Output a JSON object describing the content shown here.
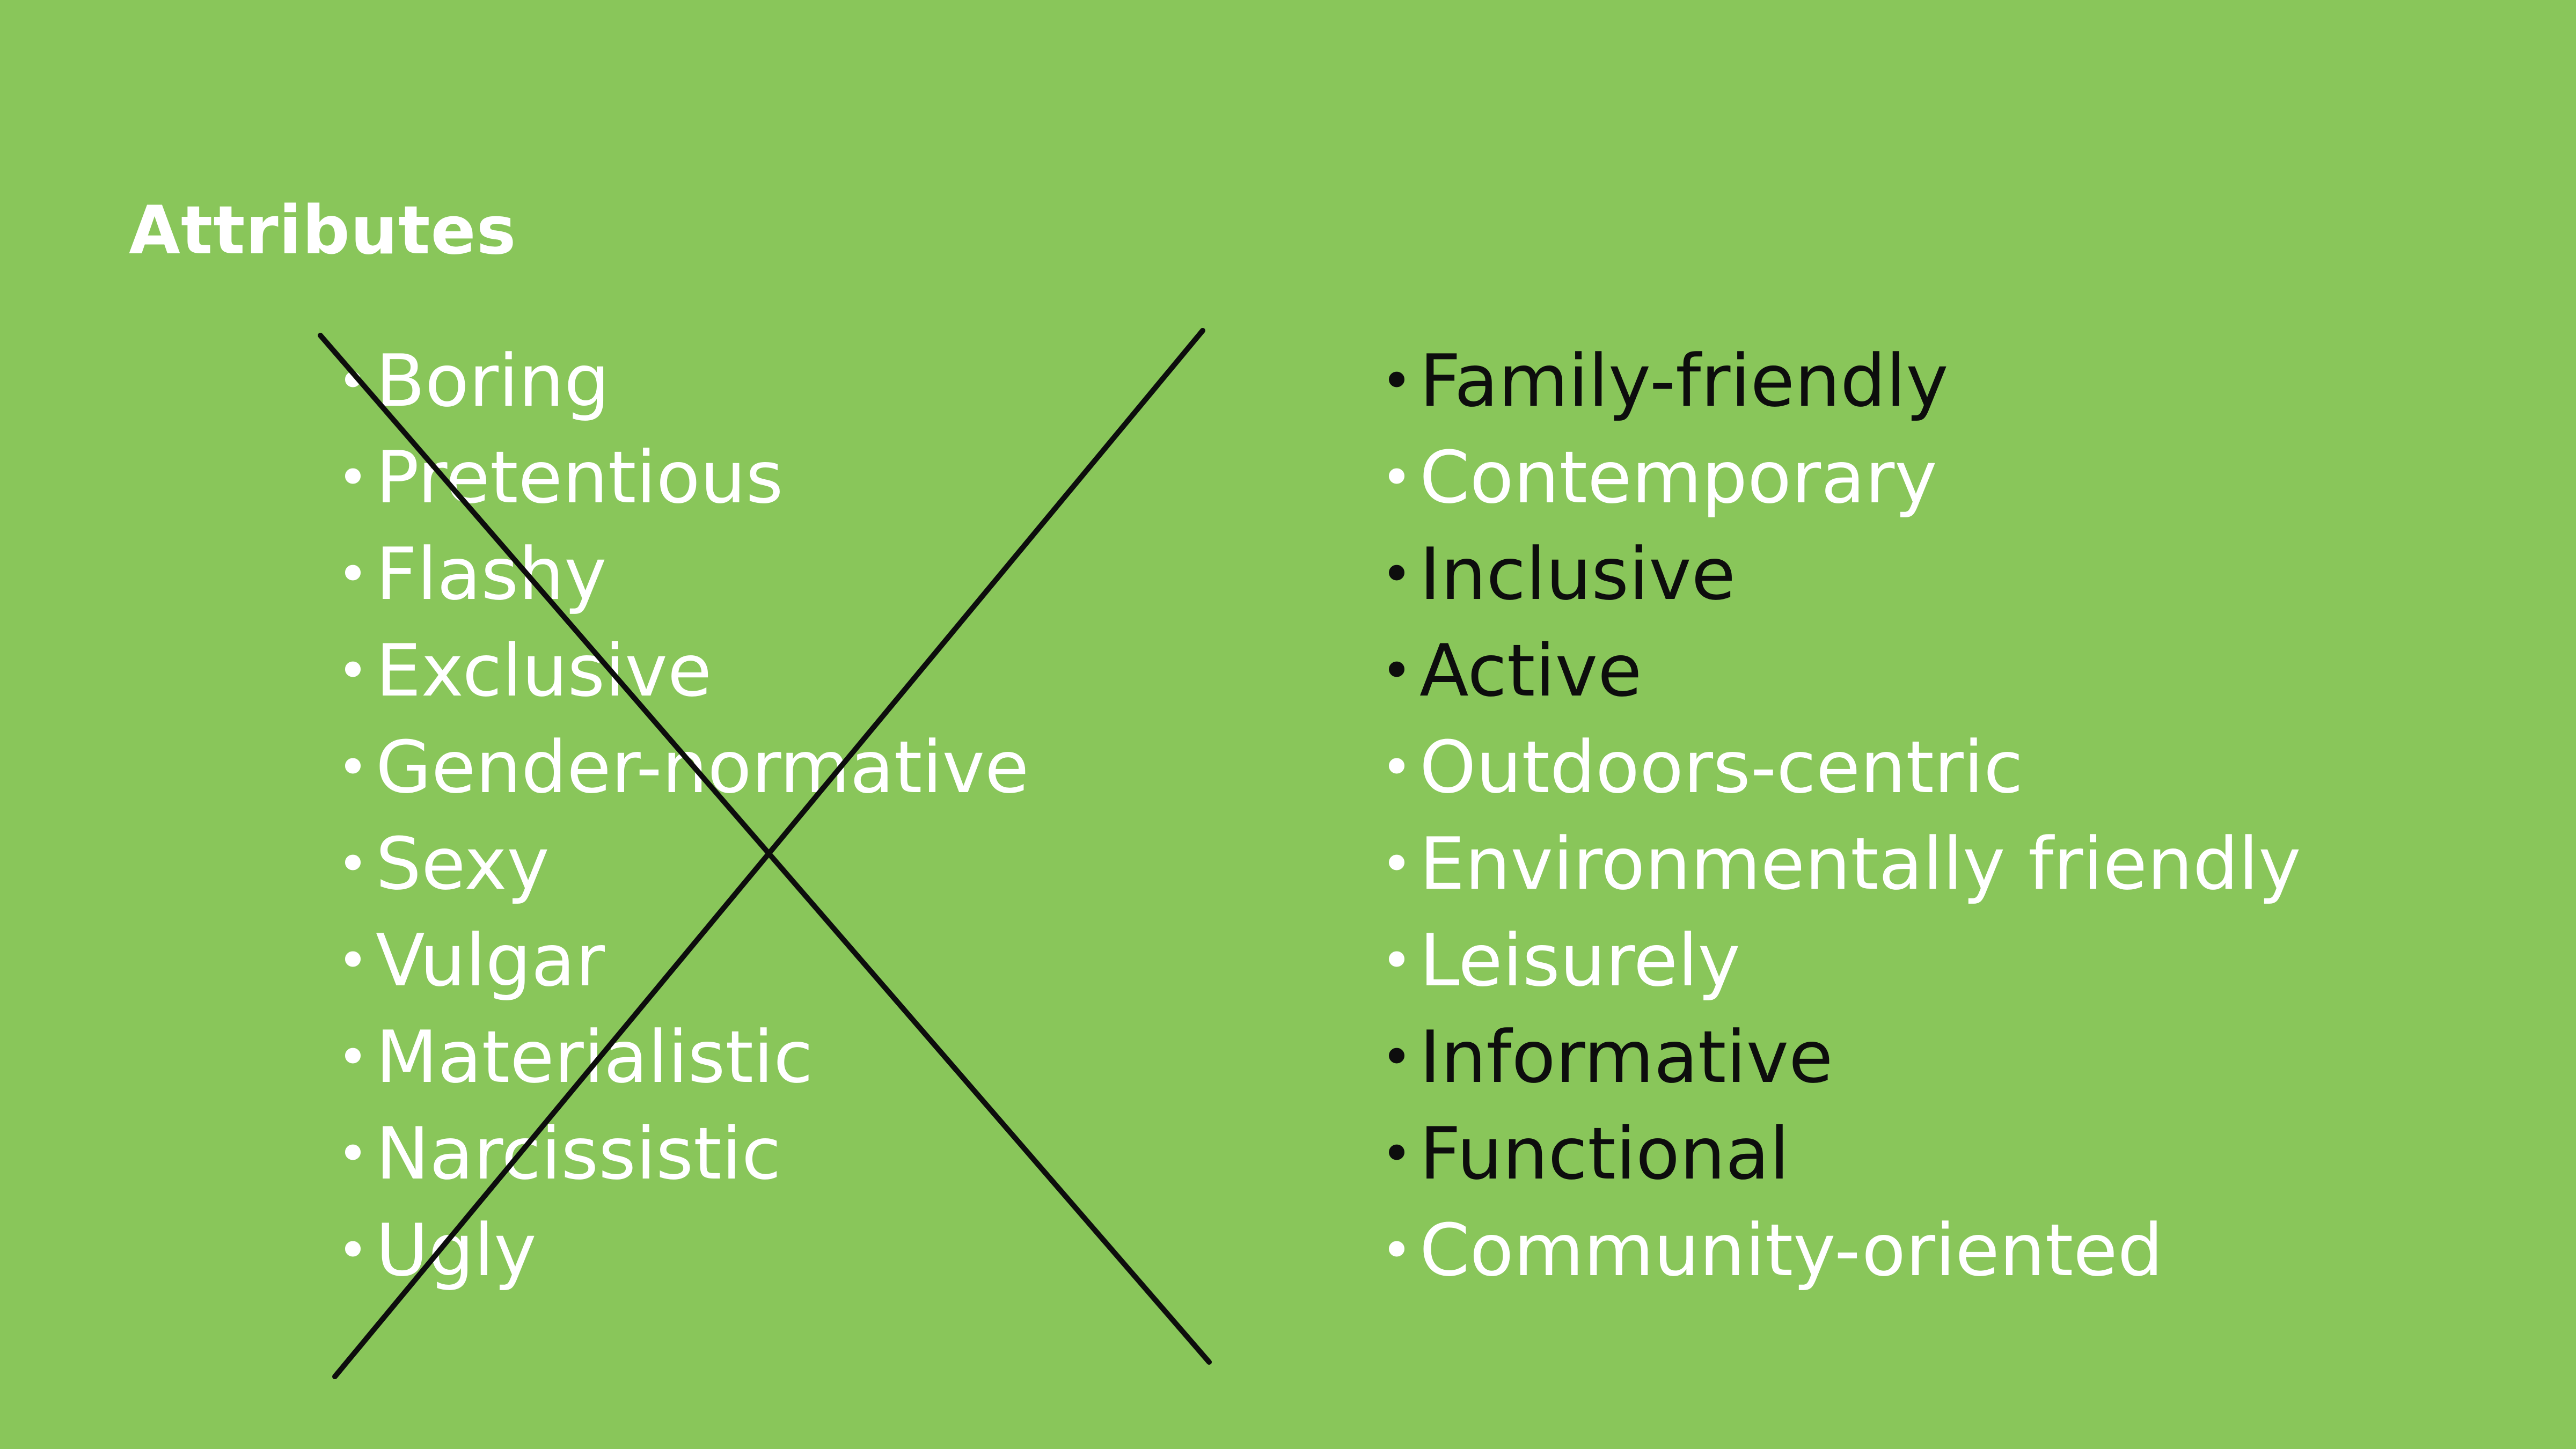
{
  "slide": {
    "title": "Attributes",
    "background_color": "#89c65a",
    "bullet_glyph": "•",
    "rejected_attributes": [
      {
        "label": "Boring"
      },
      {
        "label": "Pretentious"
      },
      {
        "label": "Flashy"
      },
      {
        "label": "Exclusive"
      },
      {
        "label": "Gender-normative"
      },
      {
        "label": "Sexy"
      },
      {
        "label": "Vulgar"
      },
      {
        "label": "Materialistic"
      },
      {
        "label": "Narcissistic"
      },
      {
        "label": "Ugly"
      }
    ],
    "desired_attributes": [
      {
        "label": "Family-friendly",
        "color": "#0d0d0d"
      },
      {
        "label": "Contemporary",
        "color": "#ffffff"
      },
      {
        "label": "Inclusive",
        "color": "#0d0d0d"
      },
      {
        "label": "Active",
        "color": "#0d0d0d"
      },
      {
        "label": "Outdoors-centric",
        "color": "#ffffff"
      },
      {
        "label": "Environmentally friendly",
        "color": "#ffffff"
      },
      {
        "label": "Leisurely",
        "color": "#ffffff"
      },
      {
        "label": "Informative",
        "color": "#0d0d0d"
      },
      {
        "label": "Functional",
        "color": "#0d0d0d"
      },
      {
        "label": "Community-oriented",
        "color": "#ffffff"
      }
    ]
  }
}
